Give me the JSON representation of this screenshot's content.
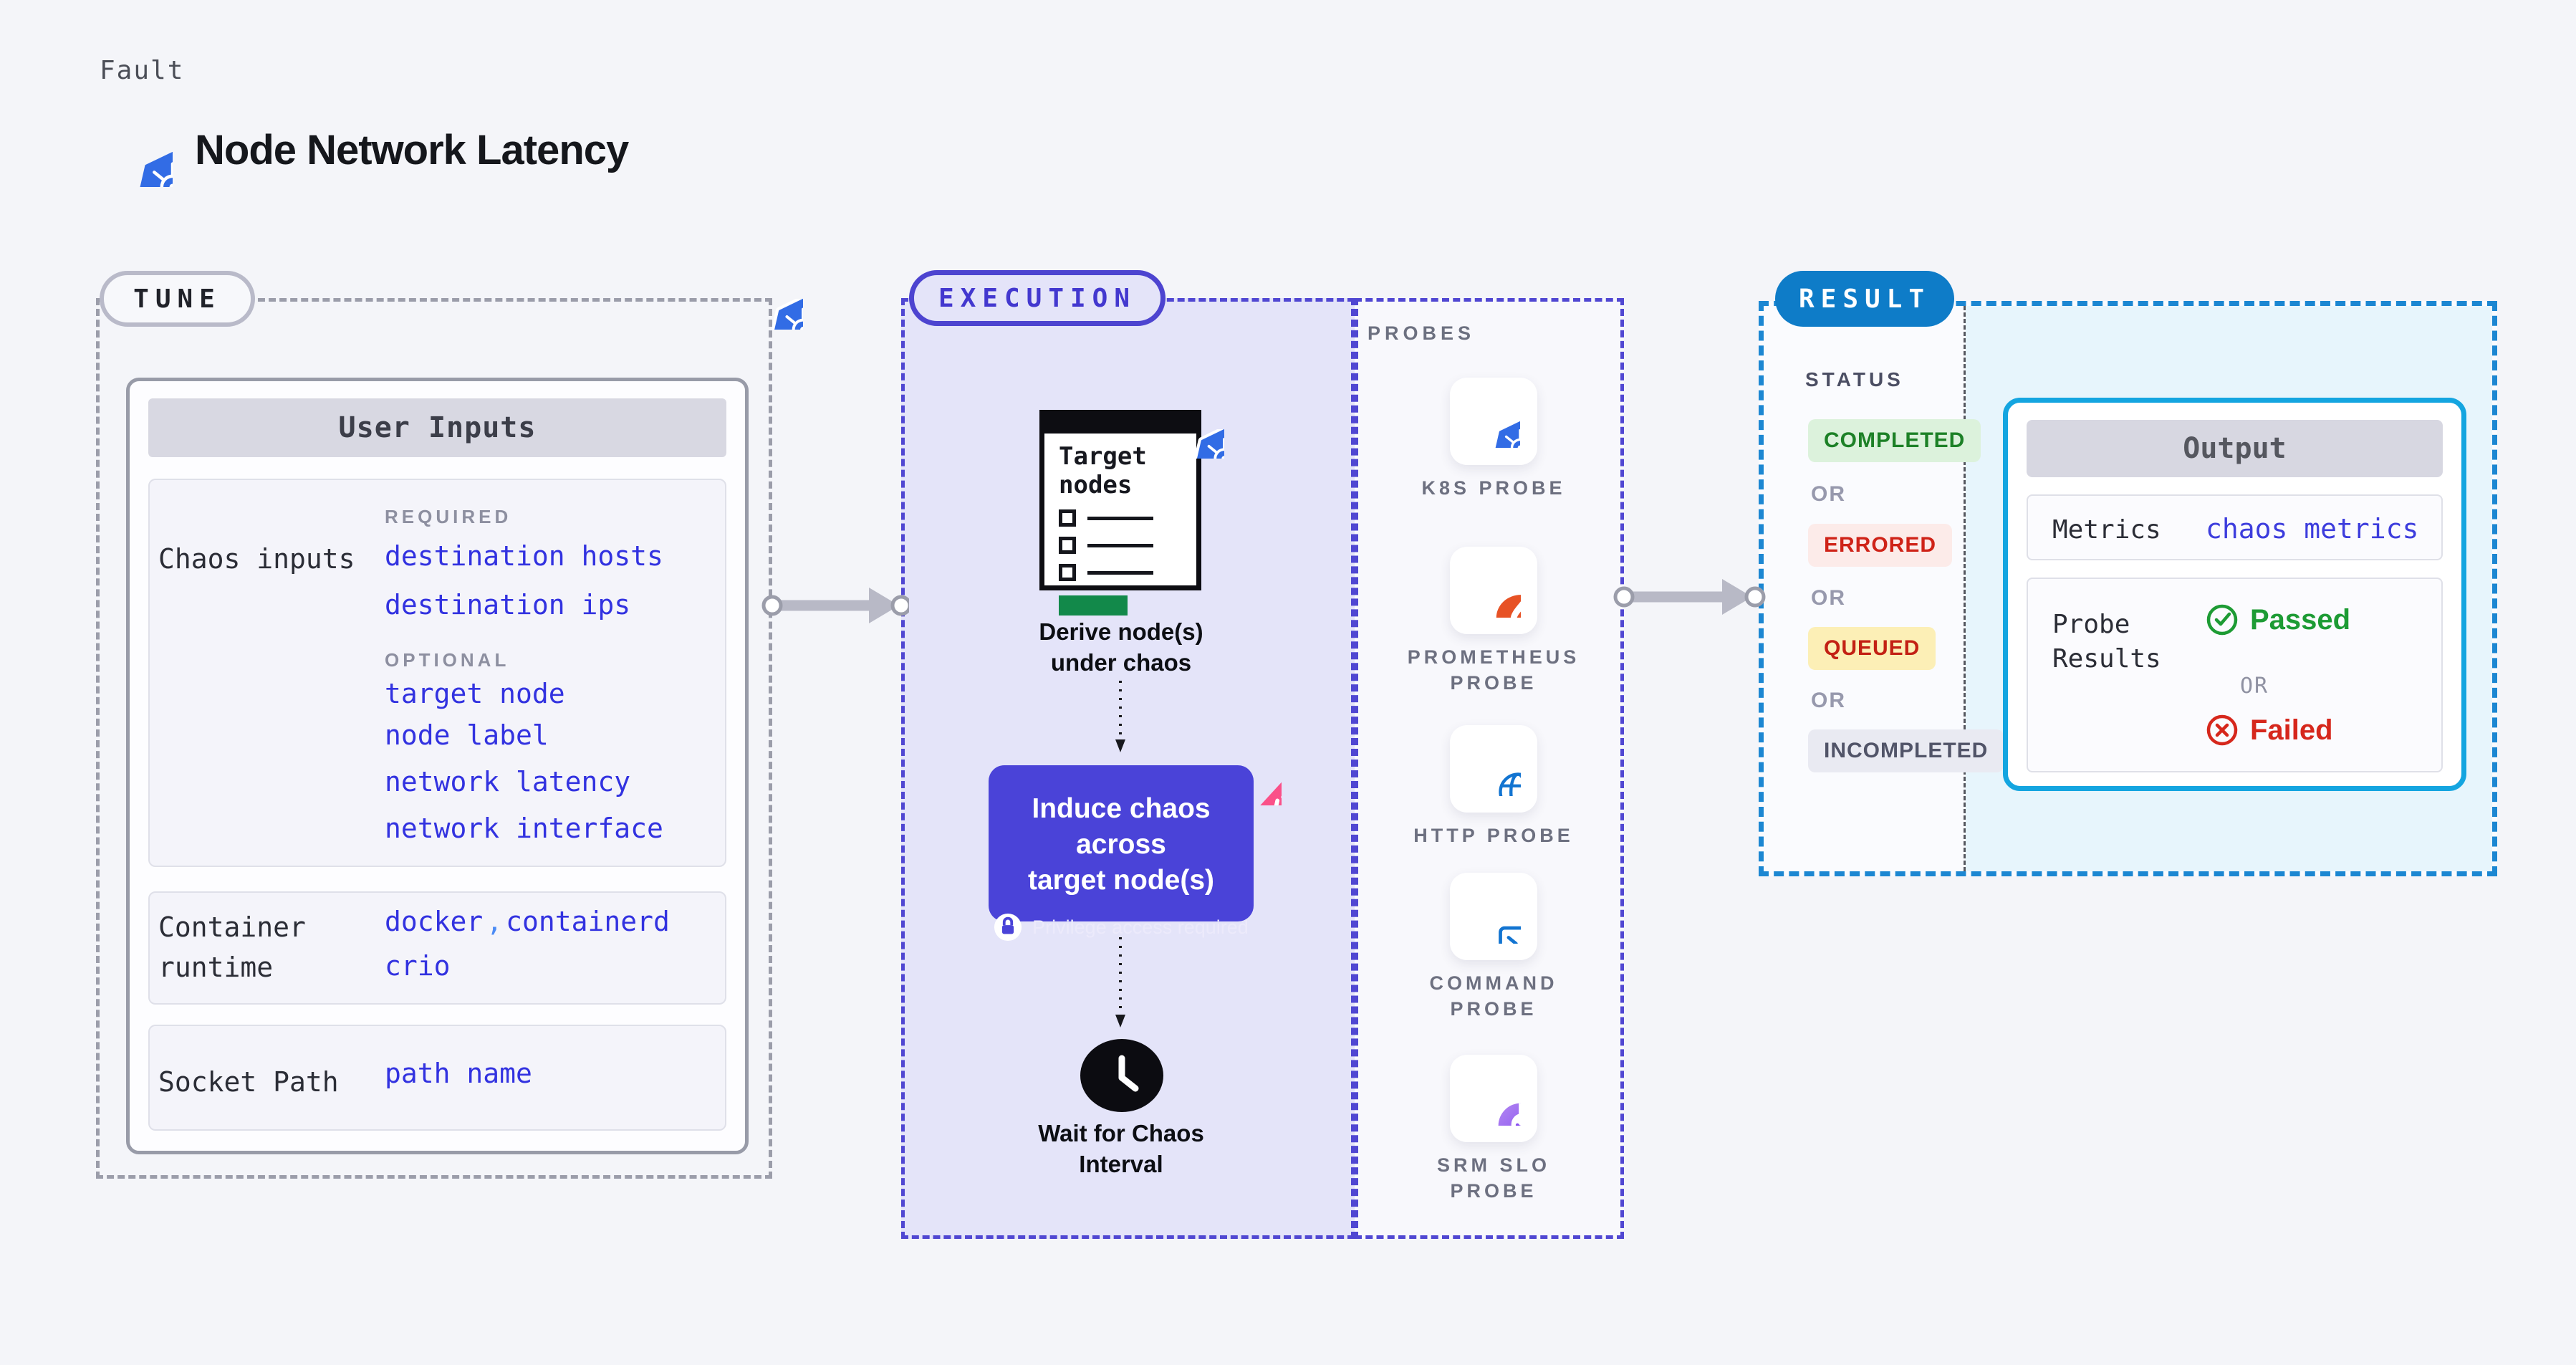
{
  "page": {
    "background": "#f4f5f9"
  },
  "header": {
    "eyebrow": "Fault",
    "title": "Node Network Latency"
  },
  "tune": {
    "pill": "TUNE",
    "card": {
      "title": "User Inputs",
      "chaos_inputs": {
        "label": "Chaos inputs",
        "required_label": "REQUIRED",
        "required": [
          "destination hosts",
          "destination ips"
        ],
        "optional_label": "OPTIONAL",
        "optional": [
          "target node",
          "node label",
          "network latency",
          "network interface"
        ]
      },
      "container_runtime": {
        "label": "Container runtime",
        "value_1": "docker",
        "separator": ",",
        "value_2": "containerd",
        "value_3": "crio"
      },
      "socket_path": {
        "label": "Socket Path",
        "value": "path name"
      }
    }
  },
  "execution": {
    "pill": "EXECUTION",
    "window_title": "Target nodes",
    "step_derive": "Derive node(s) under chaos",
    "button": {
      "label_1": "Induce chaos across",
      "label_2": "target node(s)",
      "badge": "Privilege access required"
    },
    "step_wait": "Wait for Chaos Interval"
  },
  "probes": {
    "label": "PROBES",
    "items": [
      {
        "icon": "kubernetes-icon",
        "label": "K8S PROBE"
      },
      {
        "icon": "prometheus-icon",
        "label": "PROMETHEUS PROBE"
      },
      {
        "icon": "http-icon",
        "label": "HTTP PROBE"
      },
      {
        "icon": "command-icon",
        "label": "COMMAND PROBE"
      },
      {
        "icon": "srm-slo-icon",
        "label": "SRM SLO PROBE"
      }
    ]
  },
  "result": {
    "pill": "RESULT",
    "status_label": "STATUS",
    "or_label": "OR",
    "statuses": [
      {
        "label": "COMPLETED",
        "fg": "#1d8127",
        "bg": "#dcf2dc"
      },
      {
        "label": "ERRORED",
        "fg": "#cf2318",
        "bg": "#fcebe9"
      },
      {
        "label": "QUEUED",
        "fg": "#c32114",
        "bg": "#fcefb6"
      },
      {
        "label": "INCOMPLETED",
        "fg": "#515468",
        "bg": "#e9eaf2"
      }
    ],
    "output": {
      "title": "Output",
      "metrics_label": "Metrics",
      "metrics_value": "chaos metrics",
      "probe_results_label": "Probe Results",
      "passed": "Passed",
      "or_label": "OR",
      "failed": "Failed"
    }
  },
  "colors": {
    "kubernetes_blue": "#326ce5",
    "indigo_accent": "#4a43d8",
    "indigo_dash": "#5047d2",
    "lavender_fill": "#e4e4f9",
    "link_blue": "#3232e0",
    "result_pill_blue": "#0e7cc8",
    "result_dash_blue": "#1c87d2",
    "output_border_cyan": "#14a5e0",
    "cyan_panel": "#e7f5fc",
    "passed_green": "#1d9b34",
    "failed_red": "#d6271c",
    "queued_yellow_bg": "#fcefb6",
    "prometheus_orange": "#e75225",
    "litmus_pink": "#fa5089",
    "target_green_bar": "#12894a"
  }
}
